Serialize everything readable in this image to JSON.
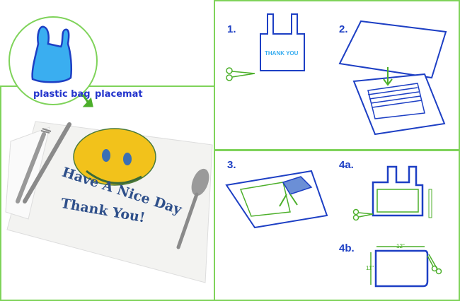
{
  "labels": {
    "plastic_bag": "plastic bag",
    "placemat": "placemat"
  },
  "placemat_print": {
    "line1": "Have A Nice Day",
    "line2": "Thank You!"
  },
  "steps": [
    {
      "number": "1.",
      "bag_text": "THANK YOU"
    },
    {
      "number": "2."
    },
    {
      "number": "3."
    },
    {
      "number": "4a."
    },
    {
      "number": "4b.",
      "width_label": "12\"",
      "height_label": "11\""
    }
  ],
  "colors": {
    "frame": "#7fd35a",
    "line": "#1d3fc4",
    "accent": "#4caf2a",
    "bag": "#3aaef0",
    "smiley": "#f2c21b"
  }
}
